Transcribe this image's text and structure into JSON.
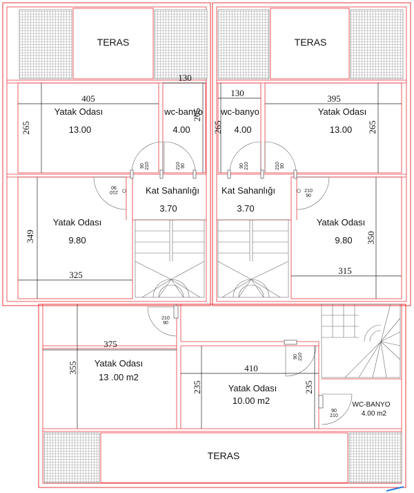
{
  "terrace_labels": [
    "TERAS",
    "TERAS",
    "TERAS"
  ],
  "rooms": {
    "bed_top_left": {
      "name": "Yatak Odası",
      "area": "13.00"
    },
    "wc_top_left": {
      "name": "wc-banyo",
      "area": "4.00"
    },
    "wc_top_right": {
      "name": "wc-banyo",
      "area": "4.00"
    },
    "bed_top_right": {
      "name": "Yatak Odası",
      "area": "13.00"
    },
    "landing_left": {
      "name": "Kat Sahanlığı",
      "area": "3.70"
    },
    "landing_right": {
      "name": "Kat Sahanlığı",
      "area": "3.70"
    },
    "bed_mid_left": {
      "name": "Yatak Odası",
      "area": "9.80"
    },
    "bed_mid_right": {
      "name": "Yatak Odası",
      "area": "9.80"
    },
    "bed_low_left": {
      "name": "Yatak Odası",
      "area": "13 .00 m2"
    },
    "bed_low_center": {
      "name": "Yatak Odası",
      "area": "10.00 m2"
    },
    "wc_low_right": {
      "name": "WC-BANYO",
      "area": "4.00 m2"
    }
  },
  "dimensions": {
    "d130_left": "130",
    "d405": "405",
    "d265_left": "265",
    "d265_wc_left": "265",
    "d130_right": "130",
    "d265_wc_right": "265",
    "d395": "395",
    "d265_right": "265",
    "d349": "349",
    "d325": "325",
    "d350": "350",
    "d315": "315",
    "d375": "375",
    "d355": "355",
    "d410": "410",
    "d235_left": "235",
    "d235_right": "235"
  },
  "door_labels": {
    "wc_left_a": [
      "90",
      "210"
    ],
    "wc_left_b": [
      "210",
      "90"
    ],
    "bed_left": [
      "210",
      "90"
    ],
    "wc_right_a": [
      "90",
      "210"
    ],
    "wc_right_b": [
      "210",
      "90"
    ],
    "bed_right": [
      "210",
      "90"
    ],
    "lower_left": [
      "210",
      "90"
    ],
    "lower_center": [
      "90",
      "210"
    ],
    "lower_wc": [
      "90",
      "210"
    ]
  },
  "colors": {
    "wall": "#e8343a",
    "dimension": "#222222",
    "hatch": "#9a9a9a"
  }
}
